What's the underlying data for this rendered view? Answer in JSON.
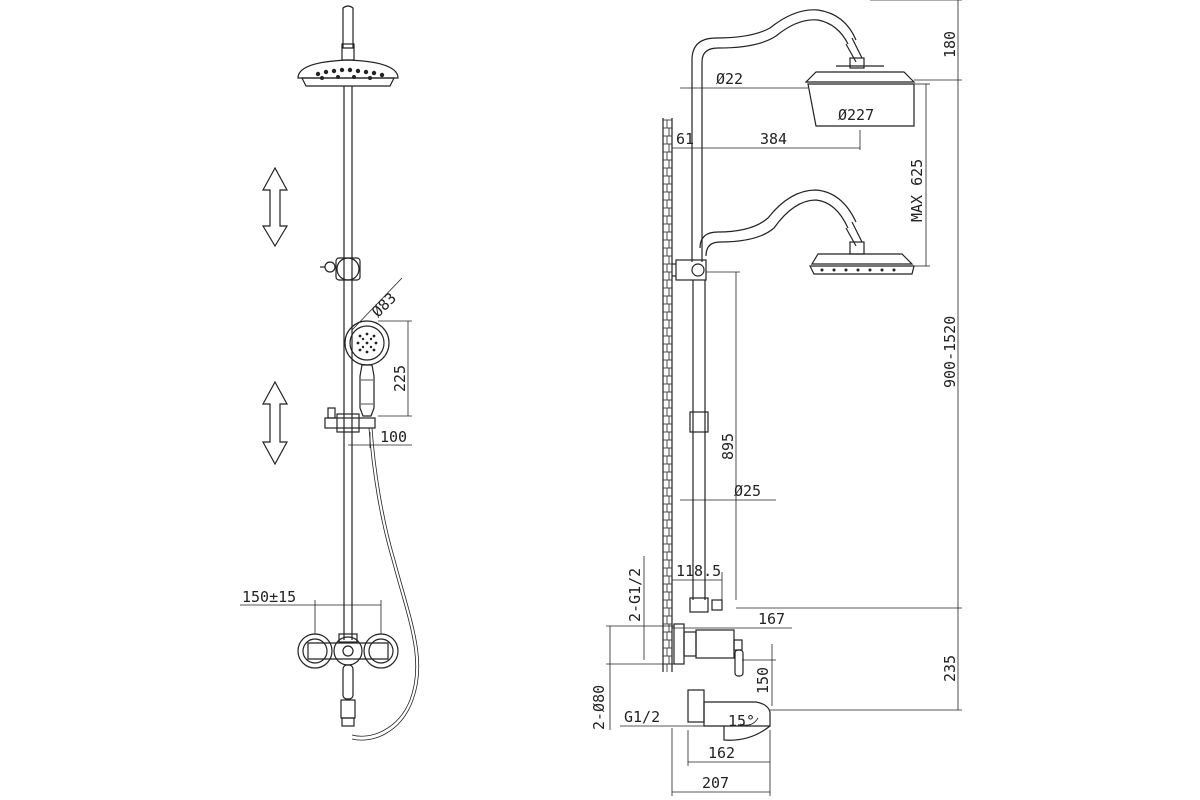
{
  "drawing": {
    "front_view": {
      "dim_handshower_diameter": "Ø83",
      "dim_handshower_height": "225",
      "dim_holder_offset": "100",
      "dim_inlet_spacing": "150±15"
    },
    "side_view": {
      "dim_pipe_diameter_top": "Ø22",
      "dim_head_diameter": "Ø227",
      "dim_top_height": "180",
      "dim_wall_offset": "61",
      "dim_arm_reach": "384",
      "dim_head_travel": "MAX 625",
      "dim_total_height": "900-1520",
      "dim_slide_length": "895",
      "dim_pipe_diameter_lower": "Ø25",
      "dim_connection": "2-G1/2",
      "dim_valve_offset": "118.5",
      "dim_valve_reach": "167",
      "dim_valve_height": "235",
      "dim_flange": "2-Ø80",
      "dim_spout_height": "150",
      "dim_spout_thread": "G1/2",
      "dim_spout_angle": "15°",
      "dim_spout_reach": "162",
      "dim_depth": "207"
    }
  }
}
